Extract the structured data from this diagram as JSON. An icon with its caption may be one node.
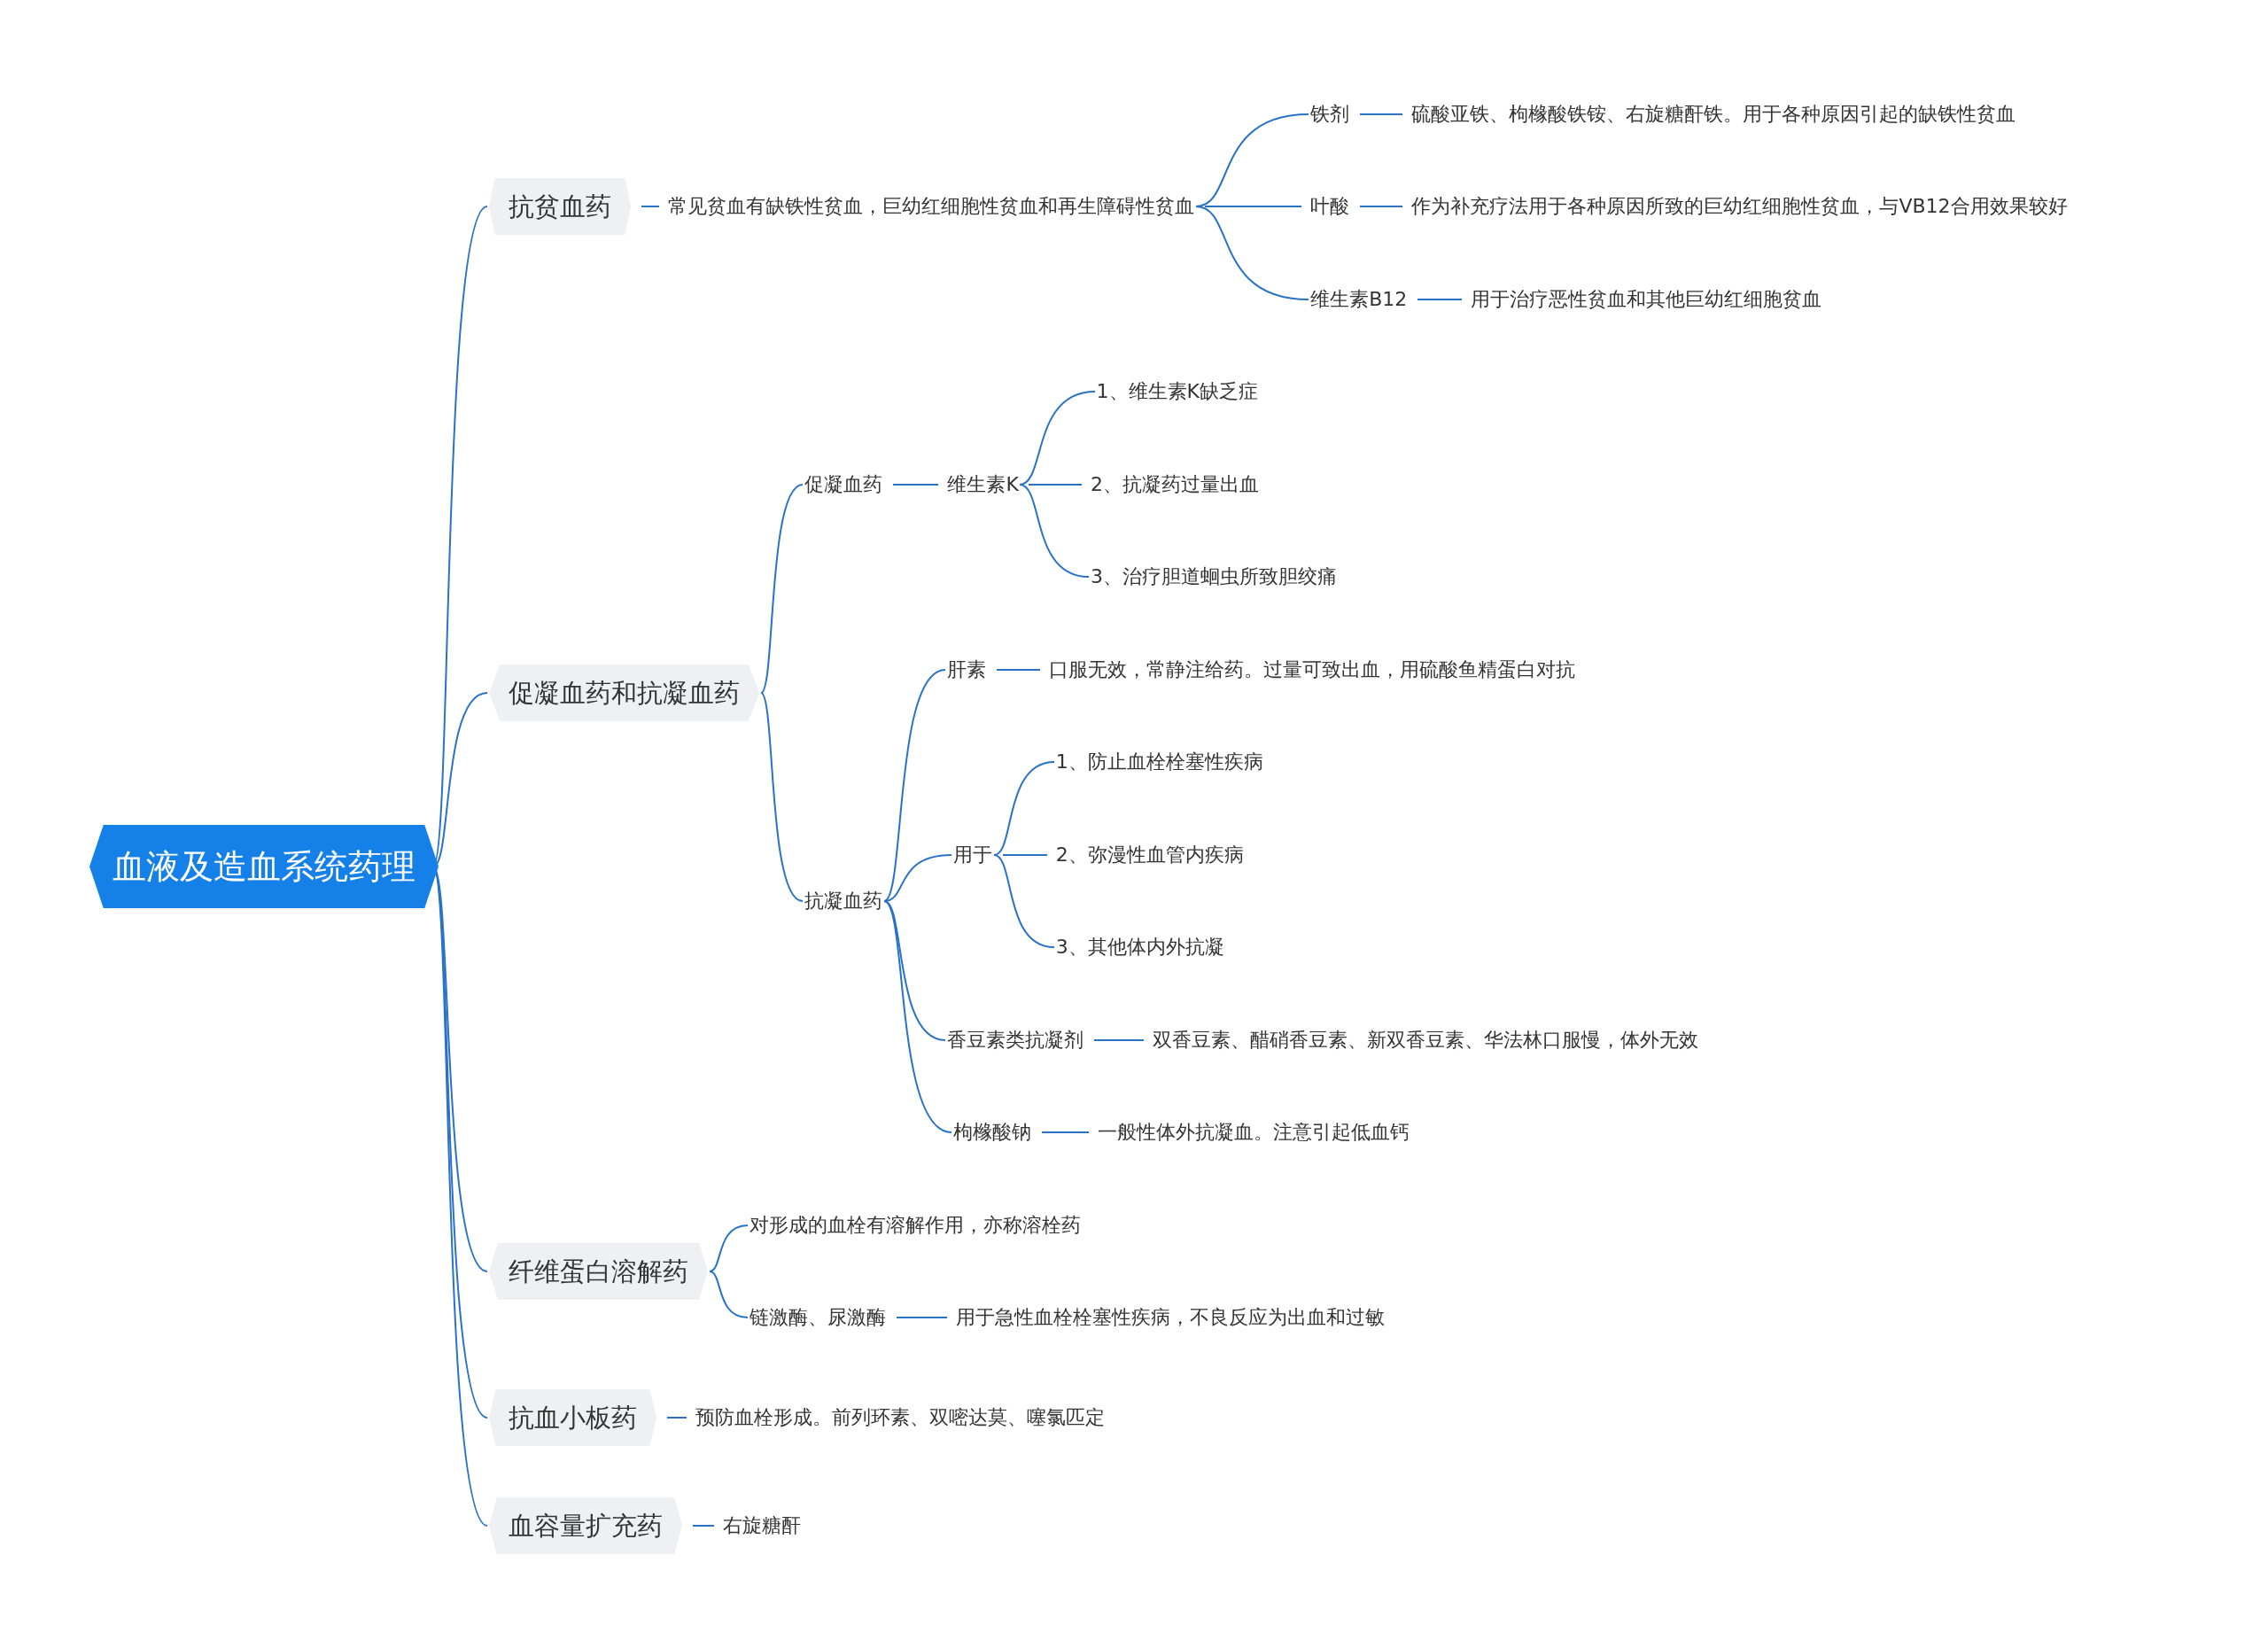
{
  "diagram": {
    "nodes": [
      {
        "text": [
          "血液及造血系统药理"
        ]
      },
      {
        "text": [
          "抗贫血药"
        ]
      },
      {
        "text": [
          "常见贫血有缺铁性贫血，巨幼红细胞性贫血和再生障碍性贫血"
        ]
      },
      {
        "text": [
          "铁剂"
        ]
      },
      {
        "text": [
          "硫酸亚铁、枸橼酸铁铵、右旋糖酐铁。用于各种原因引起的缺铁性贫血"
        ]
      },
      {
        "text": [
          "叶酸"
        ]
      },
      {
        "text": [
          "作为补充疗法用于各种原因所致的巨幼红细胞性贫血，与VB12合用效果较好"
        ]
      },
      {
        "text": [
          "维生素B12"
        ]
      },
      {
        "text": [
          "用于治疗恶性贫血和其他巨幼红细胞贫血"
        ]
      },
      {
        "text": [
          "促凝血药和抗凝血药"
        ]
      },
      {
        "text": [
          "促凝血药"
        ]
      },
      {
        "text": [
          "维生素K"
        ]
      },
      {
        "text": [
          "1、维生素K缺乏症"
        ]
      },
      {
        "text": [
          "2、抗凝药过量出血"
        ]
      },
      {
        "text": [
          "3、治疗胆道蛔虫所致胆绞痛"
        ]
      },
      {
        "text": [
          "抗凝血药"
        ]
      },
      {
        "text": [
          "肝素"
        ]
      },
      {
        "text": [
          "口服无效，常静注给药。过量可致出血，用硫酸鱼精蛋白对抗"
        ]
      },
      {
        "text": [
          "用于"
        ]
      },
      {
        "text": [
          "1、防止血栓栓塞性疾病"
        ]
      },
      {
        "text": [
          "2、弥漫性血管内疾病"
        ]
      },
      {
        "text": [
          "3、其他体内外抗凝"
        ]
      },
      {
        "text": [
          "香豆素类抗凝剂"
        ]
      },
      {
        "text": [
          "双香豆素、醋硝香豆素、新双香豆素、华法林口服慢，体外无效"
        ]
      },
      {
        "text": [
          "枸橼酸钠"
        ]
      },
      {
        "text": [
          "一般性体外抗凝血。注意引起低血钙"
        ]
      },
      {
        "text": [
          "纤维蛋白溶解药"
        ]
      },
      {
        "text": [
          "对形成的血栓有溶解作用，亦称溶栓药"
        ]
      },
      {
        "text": [
          "链激酶、尿激酶"
        ]
      },
      {
        "text": [
          "用于急性血栓栓塞性疾病，不良反应为出血和过敏"
        ]
      },
      {
        "text": [
          "抗血小板药"
        ]
      },
      {
        "text": [
          "预防血栓形成。前列环素、双嘧达莫、噻氯匹定"
        ]
      },
      {
        "text": [
          "血容量扩充药"
        ]
      },
      {
        "text": [
          "右旋糖酐"
        ]
      }
    ],
    "edges": [
      {
        "from": 0,
        "to": 1,
        "arrow": "none"
      },
      {
        "from": 1,
        "to": 2,
        "arrow": "none"
      },
      {
        "from": 2,
        "to": 3,
        "arrow": "none"
      },
      {
        "from": 3,
        "to": 4,
        "arrow": "none"
      },
      {
        "from": 2,
        "to": 5,
        "arrow": "none"
      },
      {
        "from": 5,
        "to": 6,
        "arrow": "none"
      },
      {
        "from": 2,
        "to": 7,
        "arrow": "none"
      },
      {
        "from": 7,
        "to": 8,
        "arrow": "none"
      },
      {
        "from": 0,
        "to": 9,
        "arrow": "none"
      },
      {
        "from": 9,
        "to": 10,
        "arrow": "none"
      },
      {
        "from": 10,
        "to": 11,
        "arrow": "none"
      },
      {
        "from": 11,
        "to": 12,
        "arrow": "none"
      },
      {
        "from": 11,
        "to": 13,
        "arrow": "none"
      },
      {
        "from": 11,
        "to": 14,
        "arrow": "none"
      },
      {
        "from": 9,
        "to": 15,
        "arrow": "none"
      },
      {
        "from": 15,
        "to": 16,
        "arrow": "none"
      },
      {
        "from": 16,
        "to": 17,
        "arrow": "none"
      },
      {
        "from": 15,
        "to": 18,
        "arrow": "none"
      },
      {
        "from": 18,
        "to": 19,
        "arrow": "none"
      },
      {
        "from": 18,
        "to": 20,
        "arrow": "none"
      },
      {
        "from": 18,
        "to": 21,
        "arrow": "none"
      },
      {
        "from": 15,
        "to": 22,
        "arrow": "none"
      },
      {
        "from": 22,
        "to": 23,
        "arrow": "none"
      },
      {
        "from": 15,
        "to": 24,
        "arrow": "none"
      },
      {
        "from": 24,
        "to": 25,
        "arrow": "none"
      },
      {
        "from": 0,
        "to": 26,
        "arrow": "none"
      },
      {
        "from": 26,
        "to": 27,
        "arrow": "none"
      },
      {
        "from": 26,
        "to": 28,
        "arrow": "none"
      },
      {
        "from": 28,
        "to": 29,
        "arrow": "none"
      },
      {
        "from": 0,
        "to": 30,
        "arrow": "none"
      },
      {
        "from": 30,
        "to": 31,
        "arrow": "none"
      },
      {
        "from": 0,
        "to": 32,
        "arrow": "none"
      },
      {
        "from": 32,
        "to": 33,
        "arrow": "none"
      }
    ]
  }
}
